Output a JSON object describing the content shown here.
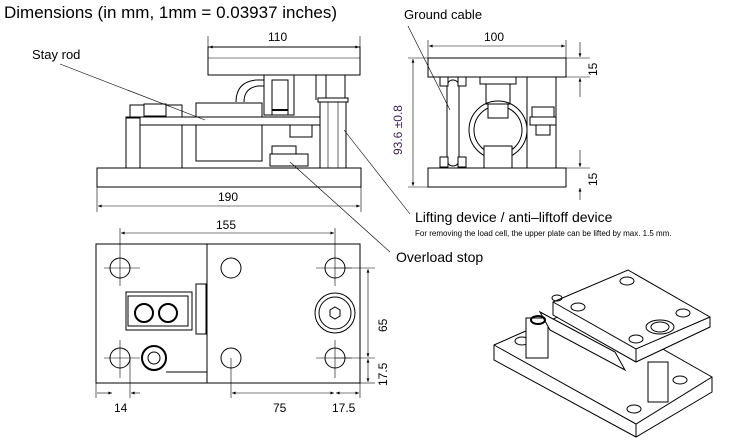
{
  "title": "Dimensions (in mm, 1mm = 0.03937 inches)",
  "callouts": {
    "stay_rod": "Stay rod",
    "ground_cable": "Ground cable",
    "lifting_device": "Lifting device / anti–liftoff device",
    "lifting_note": "For removing the load cell, the upper plate can be lifted by max. 1.5 mm.",
    "overload_stop": "Overload stop"
  },
  "front_view": {
    "top_width": "110",
    "base_width": "190"
  },
  "side_view": {
    "width": "100",
    "height": "93.6 ±0.8",
    "top_plate": "15",
    "bottom_plate": "15"
  },
  "top_view": {
    "hole_span": "155",
    "hole_pitch_v": "65",
    "edge_v": "17.5",
    "edge_left": "14",
    "hole_pitch_h": "75",
    "edge_right": "17.5"
  },
  "colors": {
    "line": "#000000",
    "background": "#ffffff",
    "dim_text_accent": "#3a1f4f"
  }
}
